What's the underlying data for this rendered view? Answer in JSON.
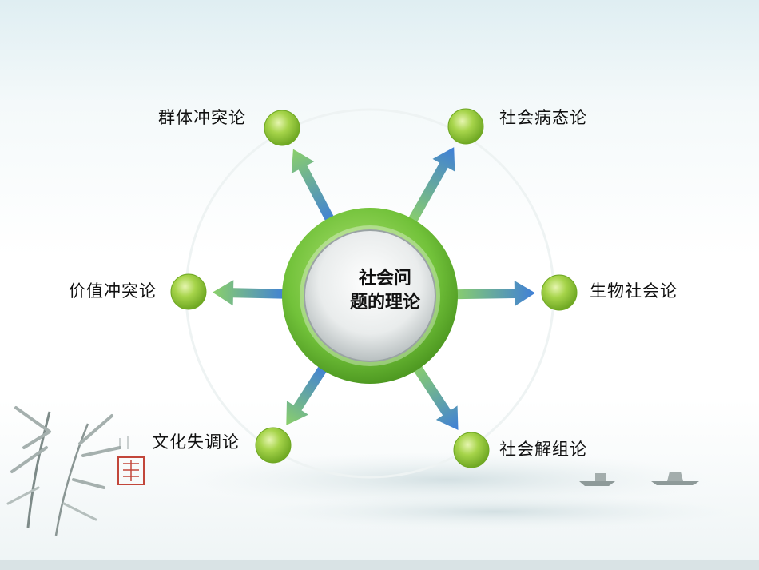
{
  "diagram": {
    "center": {
      "line1": "社会问",
      "line2": "题的理论"
    },
    "nodes": [
      {
        "id": "group-conflict",
        "label": "群体冲突论"
      },
      {
        "id": "social-pathology",
        "label": "社会病态论"
      },
      {
        "id": "value-conflict",
        "label": "价值冲突论"
      },
      {
        "id": "biological-sociology",
        "label": "生物社会论"
      },
      {
        "id": "cultural-lag",
        "label": "文化失调论"
      },
      {
        "id": "social-disorganization",
        "label": "社会解组论"
      }
    ]
  },
  "colors": {
    "node_green": "#8cc63f",
    "ring_green": "#7ac143",
    "arrow_blue": "#3f7fd8",
    "arrow_teal": "#6ec6b8",
    "arrow_green": "#8bd06a"
  }
}
